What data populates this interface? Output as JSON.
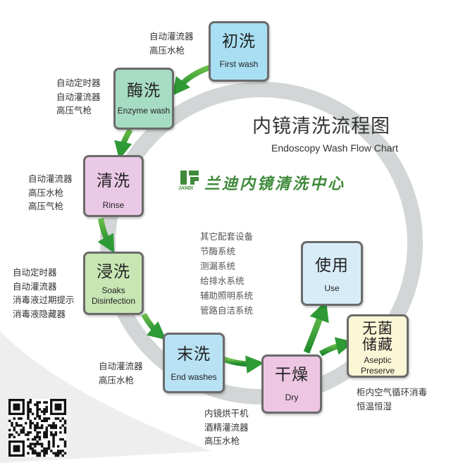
{
  "title": {
    "zh": "内镜清洗流程图",
    "en": "Endoscopy Wash Flow Chart"
  },
  "brand": {
    "name": "兰迪内镜清洗中心",
    "logo_text": "JANDI"
  },
  "steps": {
    "first_wash": {
      "zh": "初洗",
      "en": "First wash",
      "color": "#a8dff3"
    },
    "enzyme_wash": {
      "zh": "酶洗",
      "en": "Enzyme wash",
      "color": "#a7dcc4"
    },
    "rinse": {
      "zh": "清洗",
      "en": "Rinse",
      "color": "#eac9e6"
    },
    "soaks": {
      "zh": "浸洗",
      "en1": "Soaks",
      "en2": "Disinfection",
      "color": "#c8e6b4"
    },
    "end_washes": {
      "zh": "末洗",
      "en": "End washes",
      "color": "#b8e2f4"
    },
    "dry": {
      "zh": "干燥",
      "en": "Dry",
      "color": "#edc6e2"
    },
    "use": {
      "zh": "使用",
      "en": "Use",
      "color": "#d8ecf8"
    },
    "aseptic": {
      "zh1": "无菌",
      "zh2": "储藏",
      "en1": "Aseptic",
      "en2": "Preserve",
      "color": "#fbf6d6"
    }
  },
  "notes": {
    "first_wash": [
      "自动灌流器",
      "高压水枪"
    ],
    "enzyme_wash": [
      "自动定时器",
      "自动灌流器",
      "高压气枪"
    ],
    "rinse": [
      "自动灌流器",
      "高压水枪",
      "高压气枪"
    ],
    "soaks": [
      "自动定时器",
      "自动灌流器",
      "消毒液过期提示",
      "消毒液隐藏器"
    ],
    "end_washes": [
      "自动灌流器",
      "高压水枪"
    ],
    "dry": [
      "内镜烘干机",
      "酒精灌流器",
      "高压水枪"
    ],
    "aseptic": [
      "柜内空气循环消毒",
      "恒温恒湿"
    ]
  },
  "other_equipment": {
    "heading": "其它配套设备",
    "items": [
      "节酶系统",
      "测漏系统",
      "给排水系统",
      "辅助照明系统",
      "管路自洁系统"
    ]
  },
  "colors": {
    "arrow": "#3aa23a",
    "ring": "#d3d6d6",
    "box_border": "#6b6b6b"
  }
}
